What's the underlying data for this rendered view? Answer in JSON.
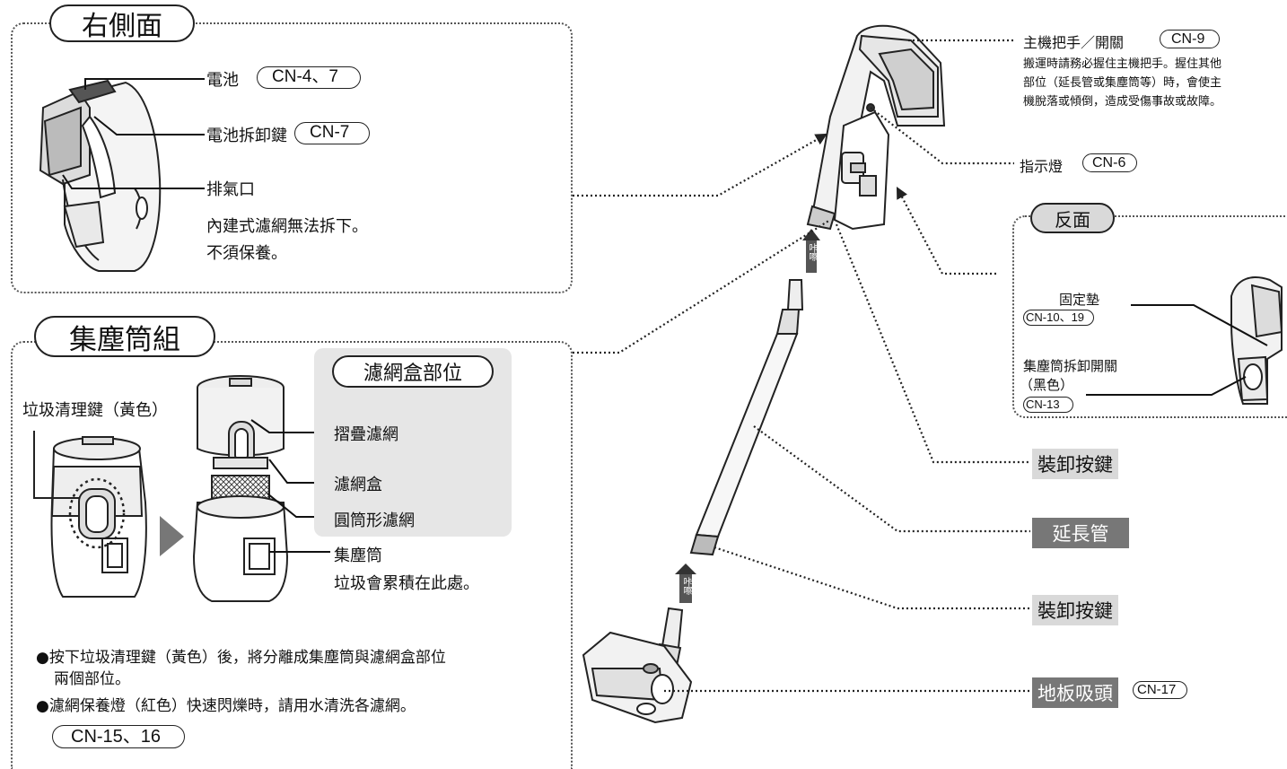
{
  "side": {
    "title": "右側面",
    "battery": {
      "label": "電池",
      "ref": "CN-4、7"
    },
    "release": {
      "label": "電池拆卸鍵",
      "ref": "CN-7"
    },
    "exhaust": {
      "label": "排氣口",
      "note1": "內建式濾網無法拆下。",
      "note2": "不須保養。"
    }
  },
  "dust": {
    "title": "集塵筒組",
    "trash_key": "垃圾清理鍵（黃色）",
    "filter_box_area": "濾網盒部位",
    "pleated": "摺疊濾網",
    "filter_box": "濾網盒",
    "cylinder_filter": "圓筒形濾網",
    "bin": "集塵筒",
    "bin_note": "垃圾會累積在此處。",
    "bullet1_line1": "●按下垃圾清理鍵（黃色）後，將分離成集塵筒與濾網盒部位",
    "bullet1_line2": "兩個部位。",
    "bullet2": "●濾網保養燈（紅色）快速閃爍時，請用水清洗各濾網。",
    "ref": "CN-15、16"
  },
  "main": {
    "handle_label": "主機把手／開關",
    "handle_ref": "CN-9",
    "handle_note1": "搬運時請務必握住主機把手。握住其他",
    "handle_note2": "部位（延長管或集塵筒等）時，會使主",
    "handle_note3": "機脫落或傾倒，造成受傷事故或故障。",
    "indicator_label": "指示燈",
    "indicator_ref": "CN-6",
    "click1": "咔嚓",
    "click2": "咔嚓"
  },
  "back": {
    "title": "反面",
    "pad_label": "固定墊",
    "pad_ref": "CN-10、19",
    "bin_release_label": "集塵筒拆卸開關",
    "bin_release_color": "（黑色）",
    "bin_release_ref": "CN-13"
  },
  "tags": {
    "mount_button_1": "裝卸按鍵",
    "extension_pipe": "延長管",
    "mount_button_2": "裝卸按鍵",
    "floor_head": "地板吸頭",
    "floor_head_ref": "CN-17"
  }
}
